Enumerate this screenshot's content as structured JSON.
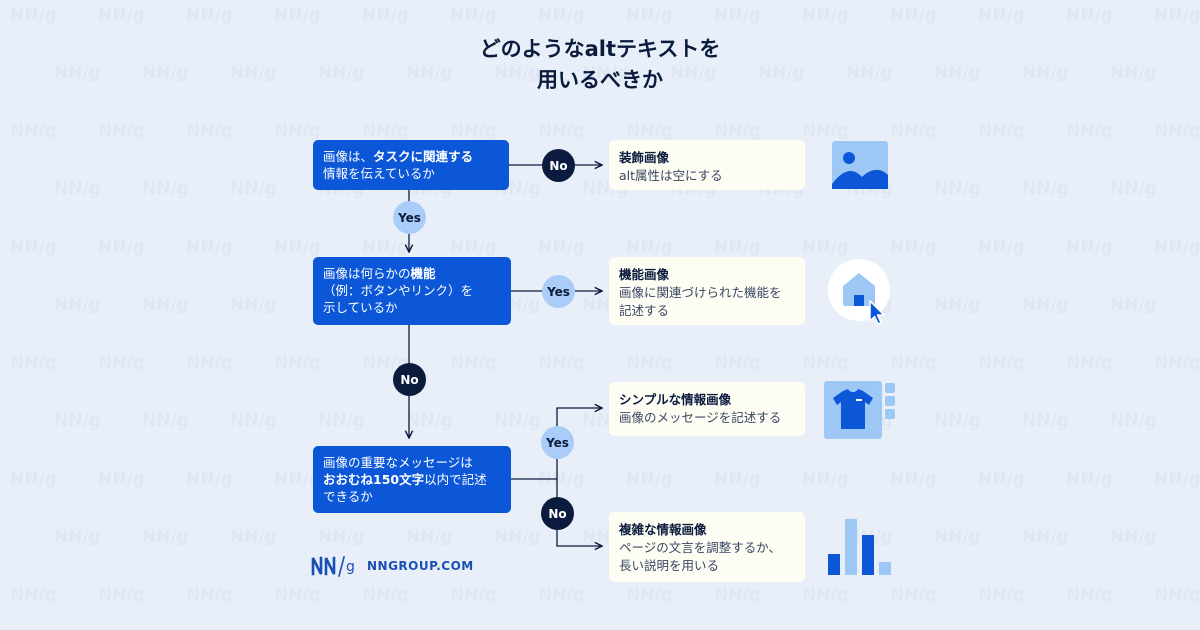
{
  "title": {
    "line1": "どのようなaltテキストを",
    "line2": "用いるべきか"
  },
  "questions": [
    {
      "segments": [
        {
          "text": "画像は、",
          "bold": false
        },
        {
          "text": "タスクに関連する",
          "bold": true
        },
        {
          "text": "\n情報を伝えているか",
          "bold": false
        }
      ]
    },
    {
      "segments": [
        {
          "text": "画像は何らかの",
          "bold": false
        },
        {
          "text": "機能",
          "bold": true
        },
        {
          "text": "\n（例：ボタンやリンク）を\n示しているか",
          "bold": false
        }
      ]
    },
    {
      "segments": [
        {
          "text": "画像の重要なメッセージは\n",
          "bold": false
        },
        {
          "text": "おおむね150文字",
          "bold": true
        },
        {
          "text": "以内で記述\nできるか",
          "bold": false
        }
      ]
    }
  ],
  "results": [
    {
      "title": "装飾画像",
      "desc": "alt属性は空にする"
    },
    {
      "title": "機能画像",
      "desc": "画像に関連づけられた機能を\n記述する"
    },
    {
      "title": "シンプルな情報画像",
      "desc": "画像のメッセージを記述する"
    },
    {
      "title": "複雑な情報画像",
      "desc": "ページの文言を調整するか、\n長い説明を用いる"
    }
  ],
  "badges": {
    "q1_no": "No",
    "q1_yes": "Yes",
    "q2_yes": "Yes",
    "q2_no": "No",
    "q3_yes": "Yes",
    "q3_no": "No"
  },
  "icons": {
    "result1": "landscape-image-icon",
    "result2": "home-cursor-icon",
    "result3": "tshirt-swatch-icon",
    "result4": "bar-chart-icon"
  },
  "logo": {
    "mark": "NN/g",
    "text": "NNGROUP.COM"
  },
  "colors": {
    "background": "#e9eff8",
    "question_box": "#0b57d8",
    "result_box": "#fdfdf4",
    "badge_no": "#0b1b3d",
    "badge_yes": "#a9cdf8",
    "icon_primary": "#0b57d8",
    "icon_light": "#9dc8f6"
  }
}
